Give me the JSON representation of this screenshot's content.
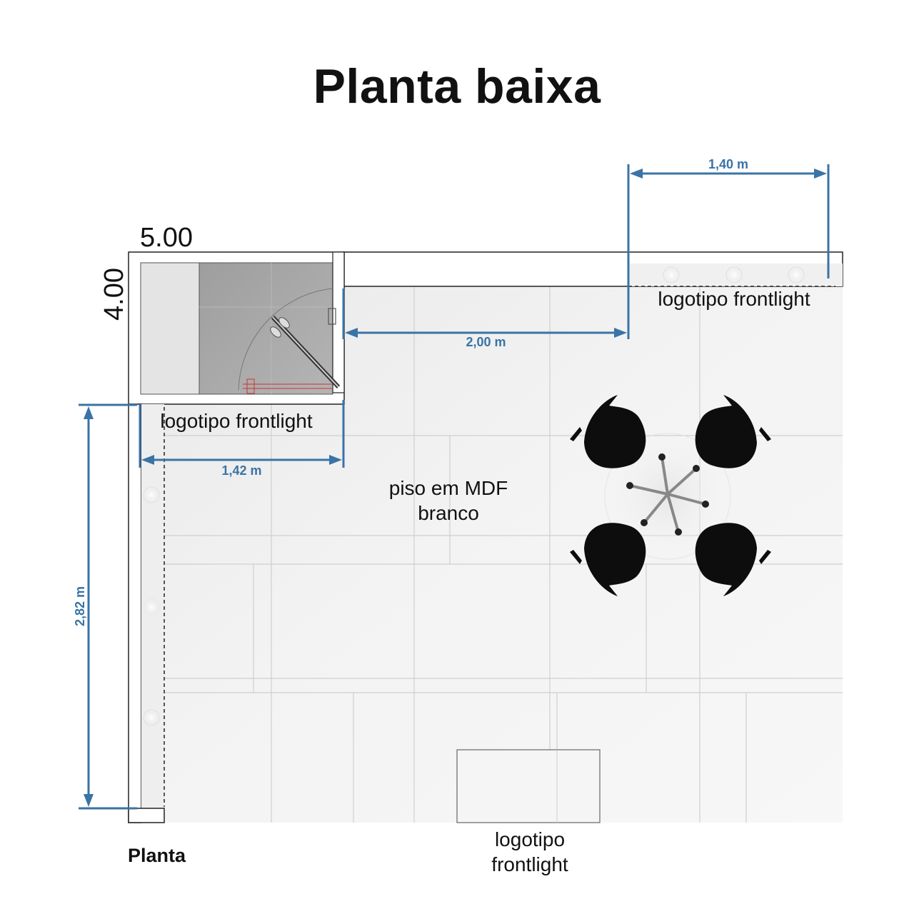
{
  "title": "Planta baixa",
  "dimensions": {
    "width_value": "5.00",
    "depth_value": "4.00"
  },
  "measures": {
    "top_right": "1,40 m",
    "mid": "2,00 m",
    "left_bottom": "1,42 m",
    "vertical": "2,82 m"
  },
  "labels": {
    "logo_top_right": "logotipo frontlight",
    "logo_left": "logotipo frontlight",
    "logo_bottom_line1": "logotipo",
    "logo_bottom_line2": "frontlight",
    "floor_line1": "piso em MDF",
    "floor_line2": "branco",
    "caption": "Planta"
  },
  "colors": {
    "dimension": "#3a73a6",
    "chair": "#0d0d0d",
    "storage_room": "#a8a8a8",
    "door_hardware": "#cc3333"
  }
}
